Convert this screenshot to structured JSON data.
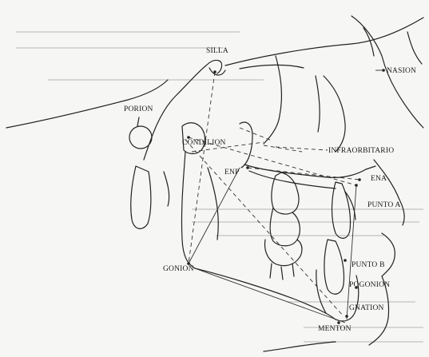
{
  "diagram": {
    "labels": {
      "silla": "SILLA",
      "nasion": "NASION",
      "porion": "PORION",
      "condilion": "CONDILION",
      "infraorbitario": "INFRAORBITARIO",
      "enp": "ENP",
      "ena": "ENA",
      "punto_a": "PUNTO A",
      "punto_b": "PUNTO B",
      "pogonion": "POGONION",
      "gnation": "GNATION",
      "menton": "MENTON",
      "gonion": "GONION"
    },
    "colors": {
      "ink": "#222222",
      "paper": "#f6f6f4",
      "bleed_through": "#d6d6d2"
    }
  }
}
